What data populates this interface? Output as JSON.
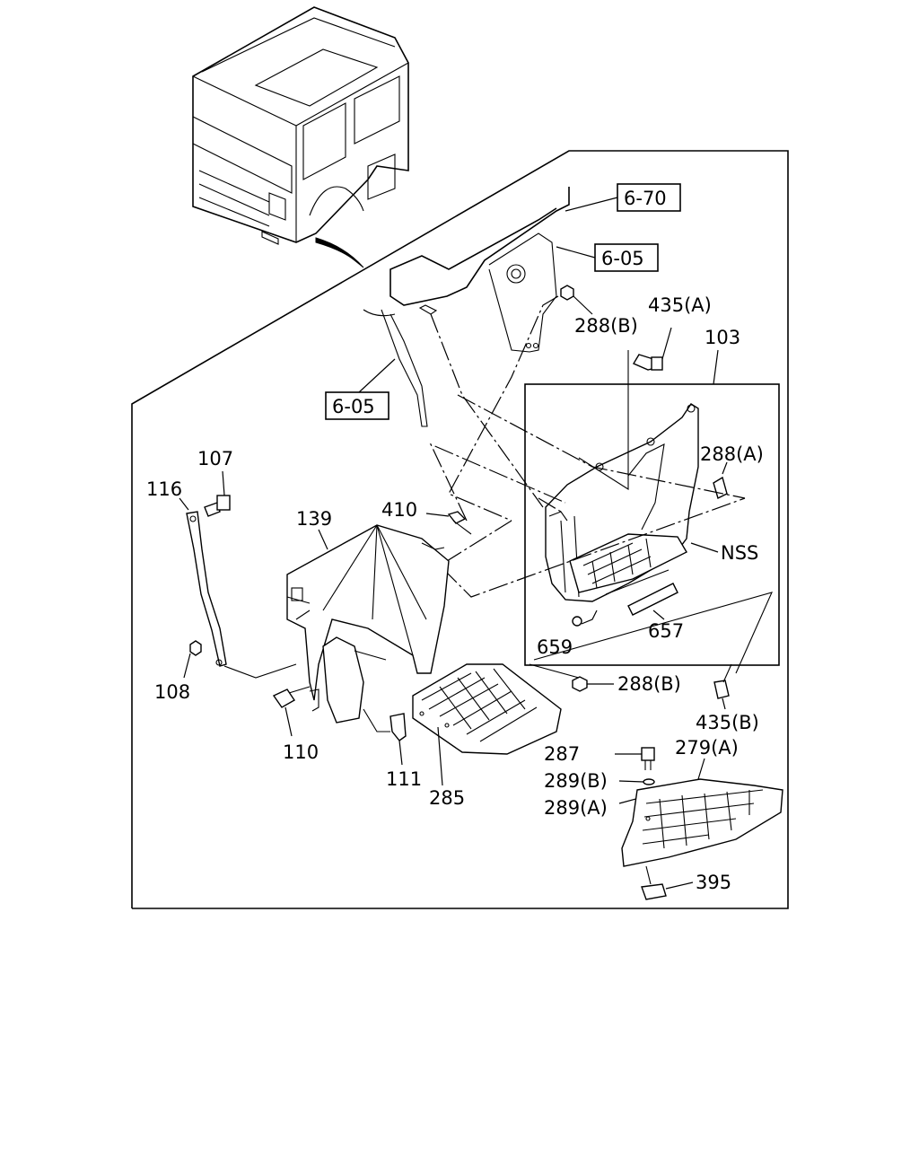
{
  "labels": {
    "ref_6_70": "6-70",
    "ref_6_05_right": "6-05",
    "ref_6_05_left": "6-05",
    "p103": "103",
    "p435a": "435(A)",
    "p288b_top": "288(B)",
    "p288a": "288(A)",
    "nss": "NSS",
    "p657": "657",
    "p659": "659",
    "p288b_bottom": "288(B)",
    "p435b": "435(B)",
    "p107": "107",
    "p116": "116",
    "p139": "139",
    "p410": "410",
    "p108": "108",
    "p110": "110",
    "p111": "111",
    "p285": "285",
    "p287": "287",
    "p279a": "279(A)",
    "p289b": "289(B)",
    "p289a": "289(A)",
    "p395": "395"
  },
  "icons": [
    "truck-cab-illustration",
    "bolt-icon",
    "nut-icon",
    "step-plate-icon",
    "clip-icon"
  ]
}
